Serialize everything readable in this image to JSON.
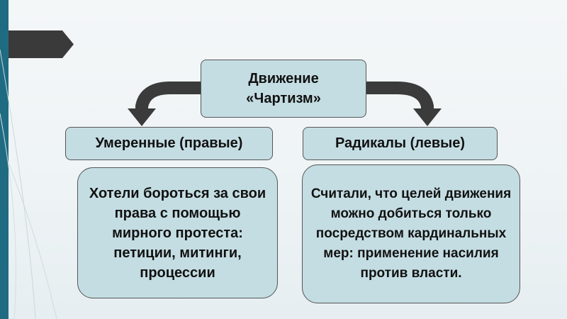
{
  "title": {
    "line1": "Движение",
    "line2": "«Чартизм»"
  },
  "moderate": {
    "heading": "Умеренные (правые)",
    "description": "Хотели бороться за свои права с помощью мирного протеста: петиции, митинги, процессии"
  },
  "radical": {
    "heading": "Радикалы (левые)",
    "description": "Считали, что целей движения можно добиться только посредством кардинальных мер: применение насилия против власти."
  },
  "colors": {
    "box_fill": "#c4dde3",
    "accent_bar": "#1f6b82",
    "arrow": "#3b3b3b"
  }
}
